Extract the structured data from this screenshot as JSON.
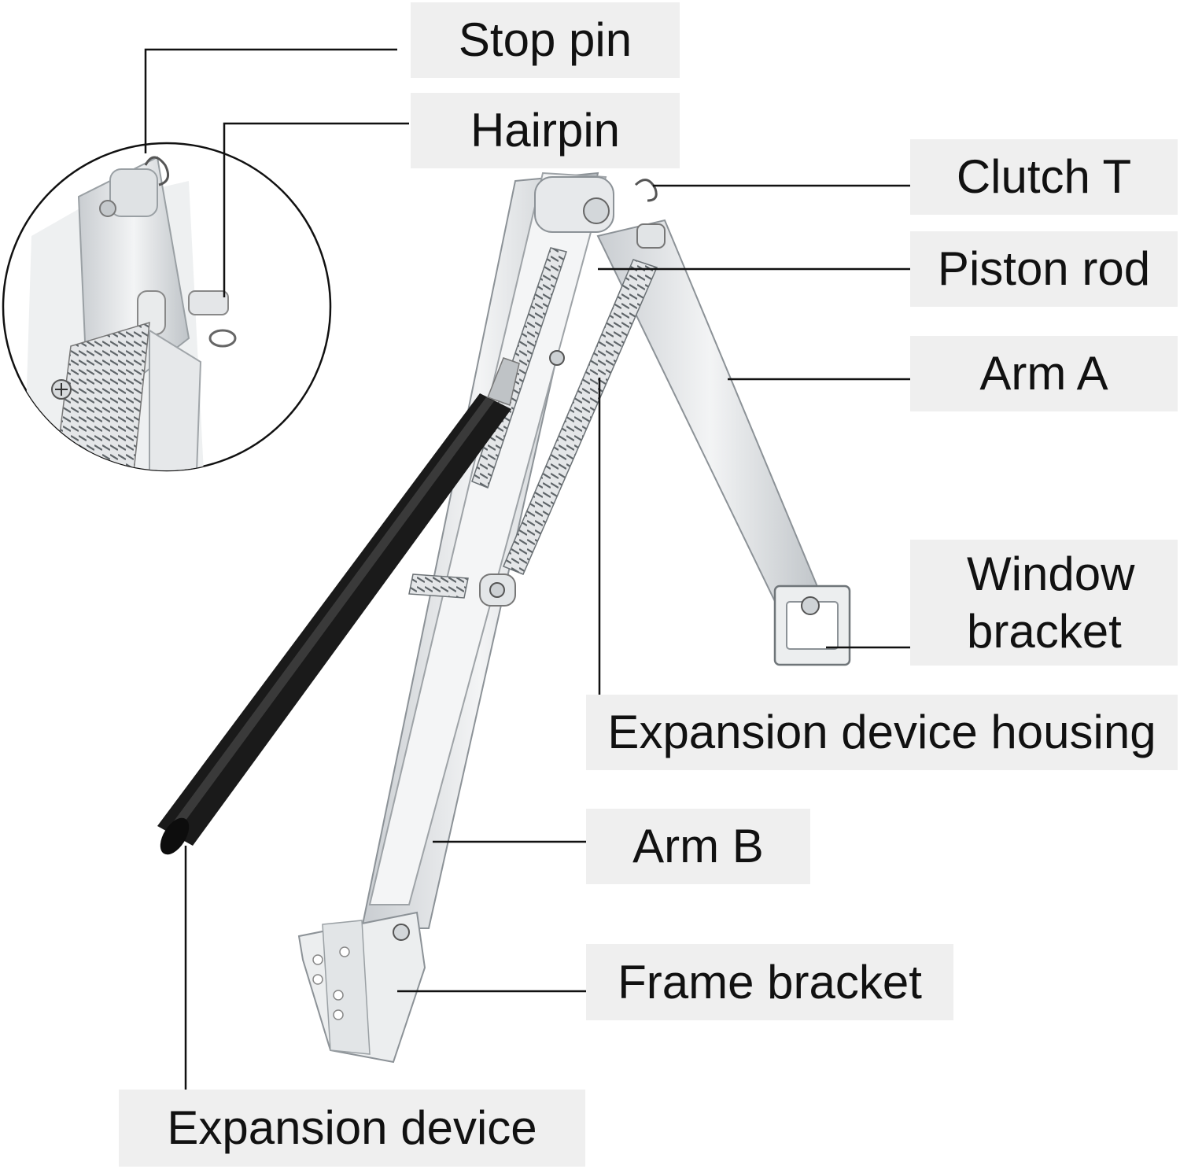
{
  "labels": {
    "stop_pin": "Stop pin",
    "hairpin": "Hairpin",
    "clutch_t": "Clutch T",
    "piston_rod": "Piston rod",
    "arm_a": "Arm A",
    "window_bracket_line1": "Window",
    "window_bracket_line2": "bracket",
    "expansion_device_housing": "Expansion device housing",
    "arm_b": "Arm B",
    "frame_bracket": "Frame bracket",
    "expansion_device": "Expansion device"
  },
  "colors": {
    "metal": "#d9dde0",
    "metal_edge": "#8c9297",
    "handle": "#111111",
    "leader_line": "#111111",
    "label_bg": "#efefef"
  }
}
